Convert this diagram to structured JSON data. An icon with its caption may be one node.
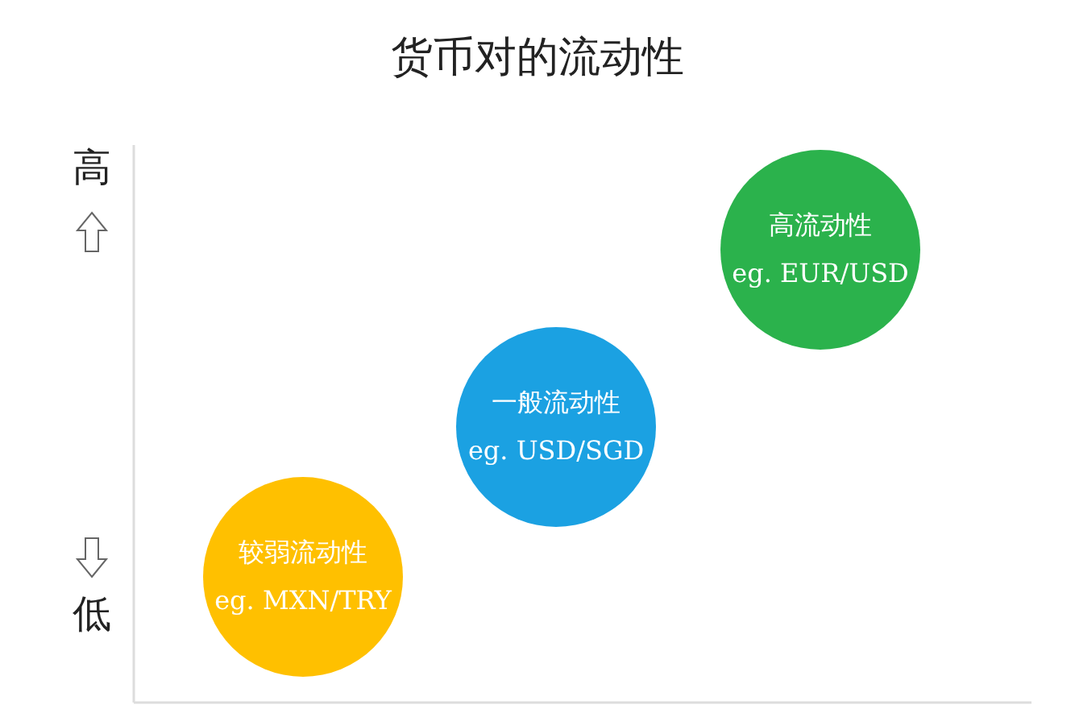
{
  "diagram": {
    "title": "货币对的流动性",
    "nodes": [
      {
        "text": [
          "高流动性",
          "eg. EUR/USD"
        ]
      },
      {
        "text": [
          "一般流动性",
          "eg. USD/SGD"
        ]
      },
      {
        "text": [
          "较弱流动性",
          "eg. MXN/TRY"
        ]
      }
    ],
    "labels": [
      "高",
      "低"
    ]
  }
}
